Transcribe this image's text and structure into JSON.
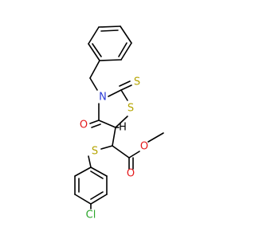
{
  "molecule": {
    "atoms": [
      {
        "id": "N3",
        "label": "N",
        "color": "#2b3bd6"
      },
      {
        "id": "O4",
        "label": "O",
        "color": "#e41a1c"
      },
      {
        "id": "S1",
        "label": "S",
        "color": "#b5a400"
      },
      {
        "id": "S2thione",
        "label": "S",
        "color": "#b5a400"
      },
      {
        "id": "Sthio",
        "label": "S",
        "color": "#b5a400"
      },
      {
        "id": "H5",
        "label": "H",
        "color": "#000000"
      },
      {
        "id": "Oester",
        "label": "O",
        "color": "#e41a1c"
      },
      {
        "id": "Ocarbonyl",
        "label": "O",
        "color": "#e41a1c"
      },
      {
        "id": "Cl",
        "label": "Cl",
        "color": "#2aa52a"
      }
    ]
  }
}
